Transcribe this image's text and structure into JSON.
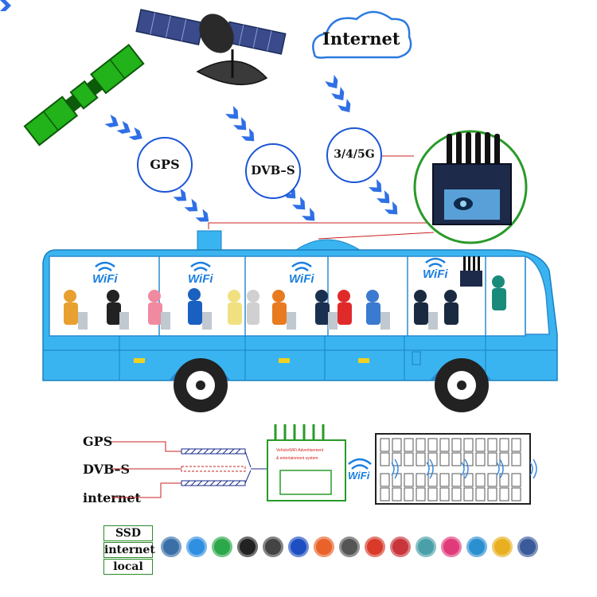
{
  "sources": {
    "cloud_label": "Internet",
    "gps": "GPS",
    "dvbs": "DVB–S",
    "cellular": "3/4/5G"
  },
  "bus": {
    "wifi_labels": [
      "WiFi",
      "WiFi",
      "WiFi",
      "WiFi"
    ]
  },
  "bottom": {
    "inputs": [
      "GPS",
      "DVB–S",
      "internet"
    ],
    "device_text_1": "VehicleWiFi Advertisement",
    "device_text_2": "& entertainment system",
    "wifi_label": "WiFi"
  },
  "storage": [
    "SSD",
    "internet",
    "local"
  ],
  "app_icons": [
    {
      "name": "video-icon",
      "color": "#3a6fa8"
    },
    {
      "name": "music-icon",
      "color": "#2f8fe0"
    },
    {
      "name": "tv-icon",
      "color": "#2aa84a"
    },
    {
      "name": "game-icon",
      "color": "#222222"
    },
    {
      "name": "radio-icon",
      "color": "#444444"
    },
    {
      "name": "browser-icon",
      "color": "#1e4fc2"
    },
    {
      "name": "ebook-icon",
      "color": "#e8622a"
    },
    {
      "name": "camera-icon",
      "color": "#555555"
    },
    {
      "name": "news-icon",
      "color": "#d93a2a"
    },
    {
      "name": "ads-icon",
      "color": "#c8353a"
    },
    {
      "name": "history-icon",
      "color": "#4aa0a8"
    },
    {
      "name": "shop-icon",
      "color": "#e03a7a"
    },
    {
      "name": "location-icon",
      "color": "#2a90d0"
    },
    {
      "name": "search-icon",
      "color": "#e8b020"
    },
    {
      "name": "settings-hand-icon",
      "color": "#3a5a9a"
    }
  ]
}
